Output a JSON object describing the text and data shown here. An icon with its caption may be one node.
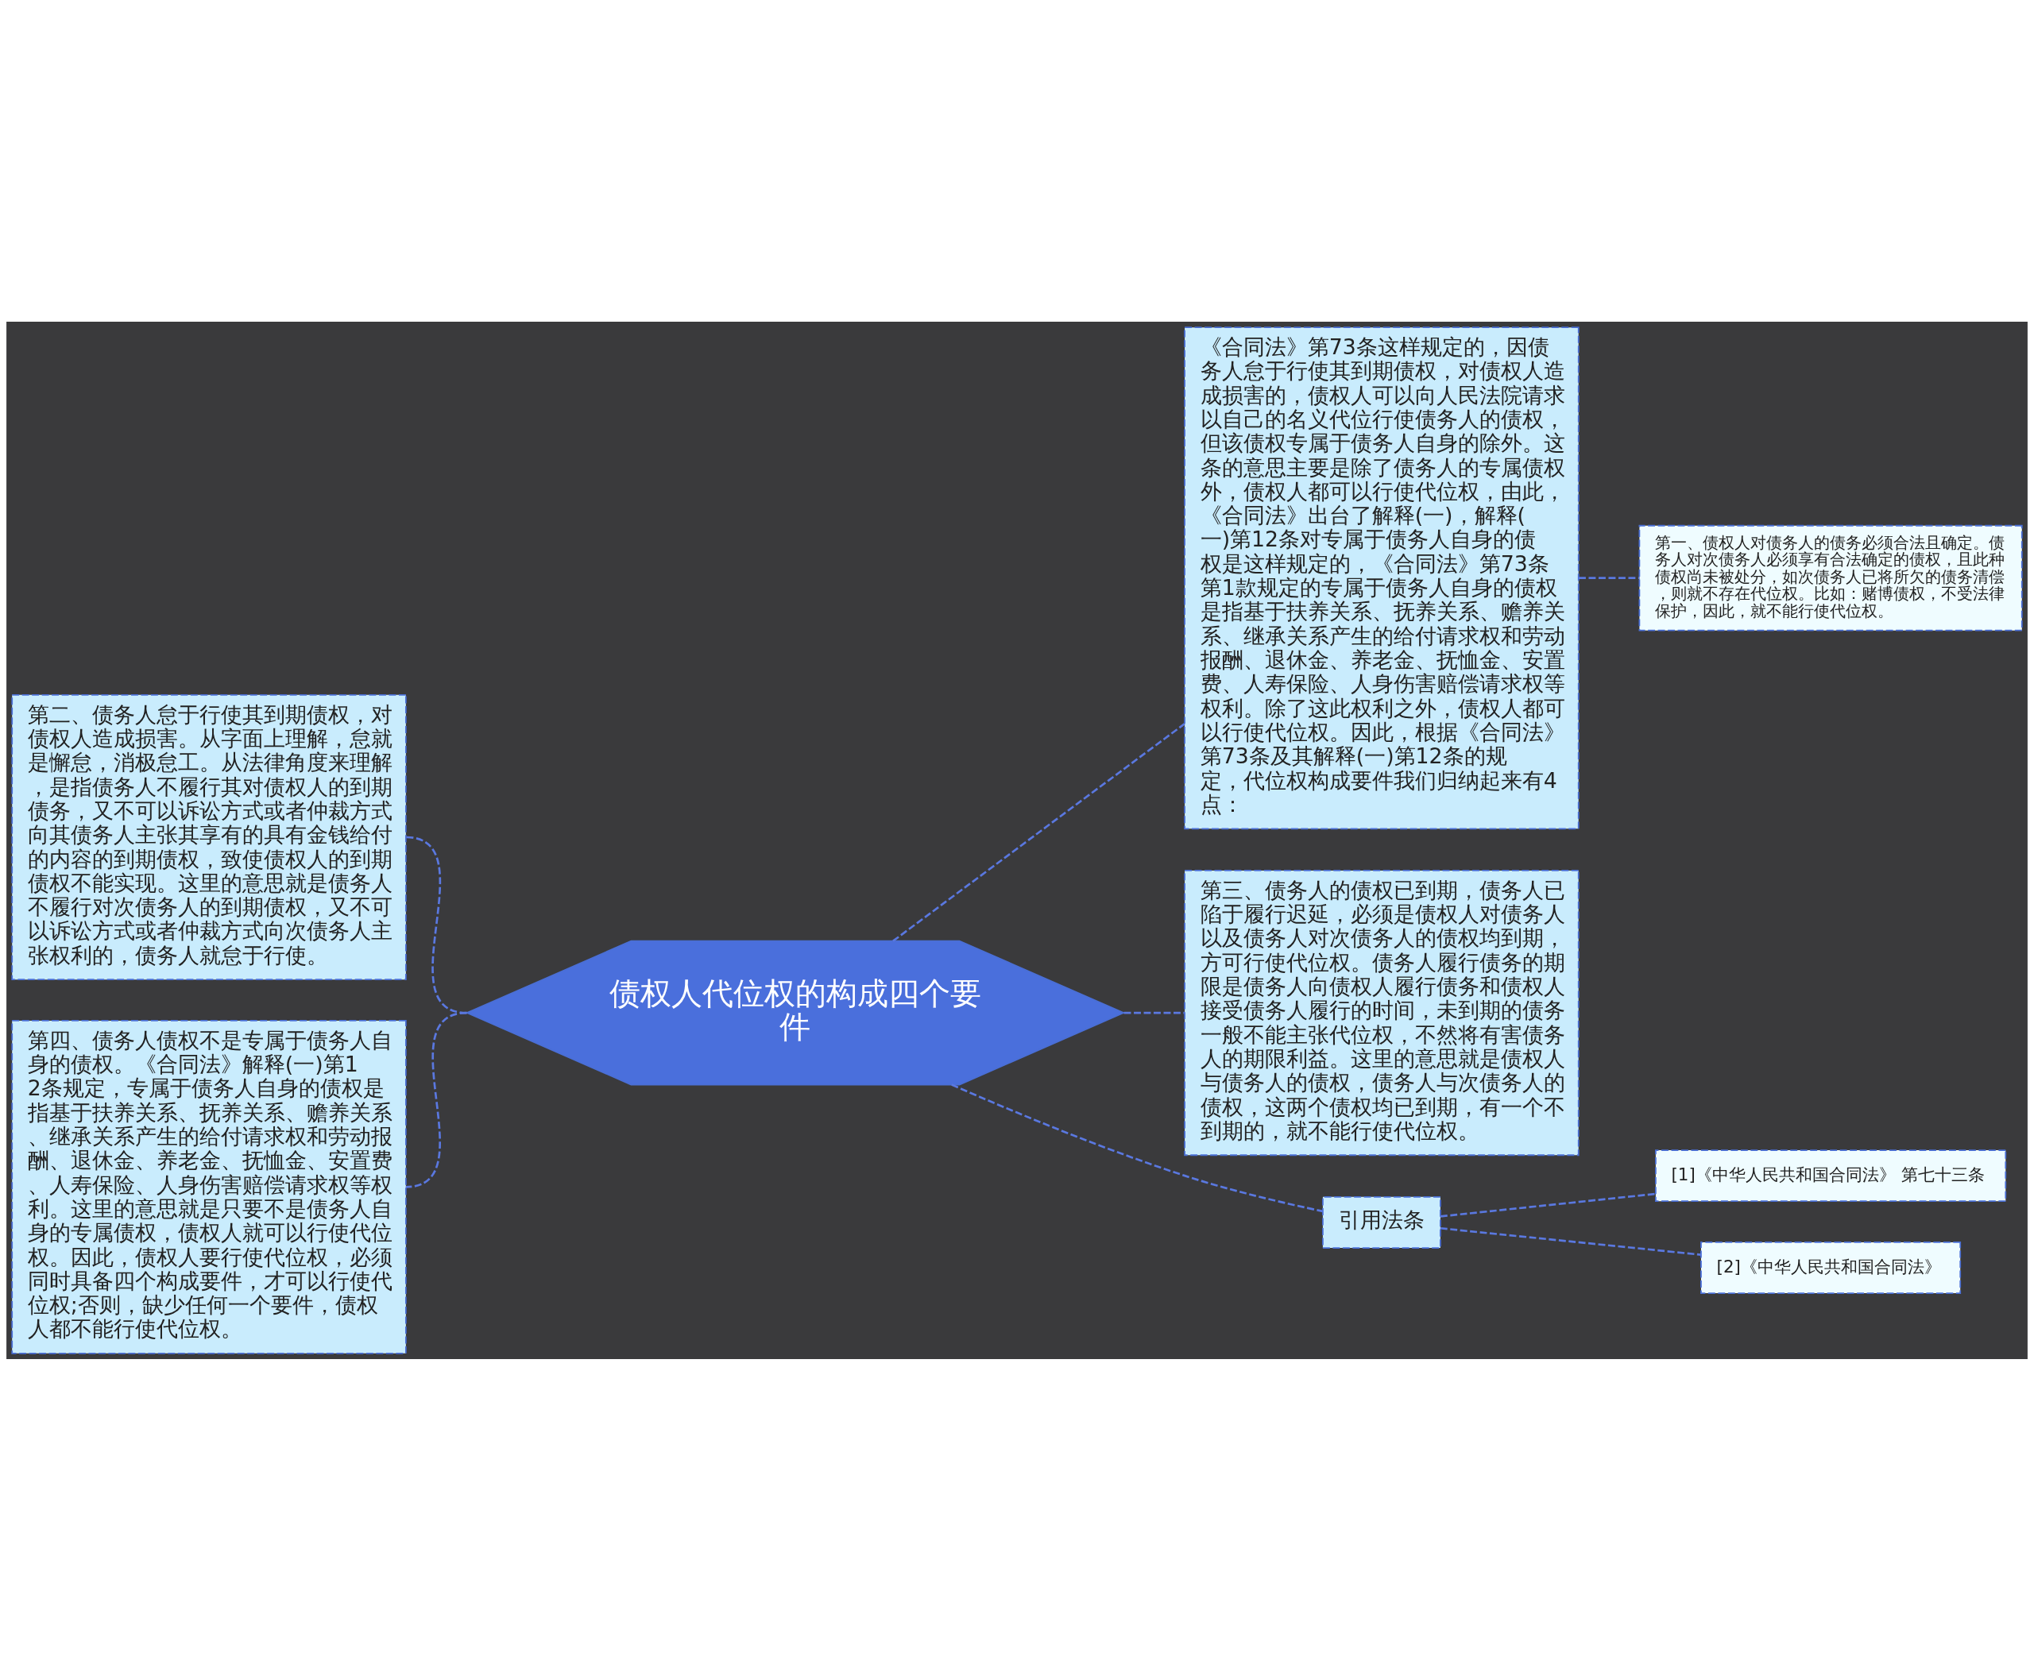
{
  "diagram": {
    "nodes": [
      {
        "text": [
          "债权人代位权的构成四个要件"
        ]
      },
      {
        "text": [
          "第二、债务人怠于行使其到期债权，对债权人造成损害。从字面上理解，怠就是懈怠，消极怠工。从法律角度来理解，是指债务人不履行其对债权人的到期债务，又不可以诉讼方式或者仲裁方式向其债务人主张其享有的具有金钱给付的内容的到期债权，致使债权人的到期债权不能实现。这里的意思就是债务人不履行对次债务人的到期债权，又不可以诉讼方式或者仲裁方式向次债务人主张权利的，债务人就怠于行使。"
        ]
      },
      {
        "text": [
          "第四、债务人债权不是专属于债务人自身的债权。《合同法》解释(一)第12条规定，专属于债务人自身的债权是指基于扶养关系、抚养关系、赡养关系、继承关系产生的给付请求权和劳动报酬、退休金、养老金、抚恤金、安置费、人寿保险、人身伤害赔偿请求权等权利。这里的意思就是只要不是债务人自身的专属债权，债权人就可以行使代位权。因此，债权人要行使代位权，必须同时具备四个构成要件，才可以行使代位权;否则，缺少任何一个要件，债权人都不能行使代位权。"
        ]
      },
      {
        "text": [
          "《合同法》第73条这样规定的，因债务人怠于行使其到期债权，对债权人造成损害的，债权人可以向人民法院请求以自己的名义代位行使债务人的债权，但该债权专属于债务人自身的除外。这条的意思主要是除了债务人的专属债权外，债权人都可以行使代位权，由此，《合同法》出台了解释(一)，解释(一)第12条对专属于债务人自身的债权是这样规定的，《合同法》第73条第1款规定的专属于债务人自身的债权是指基于扶养关系、抚养关系、赡养关系、继承关系产生的给付请求权和劳动报酬、退休金、养老金、抚恤金、安置费、人寿保险、人身伤害赔偿请求权等权利。除了这此权利之外，债权人都可以行使代位权。因此，根据《合同法》第73条及其解释(一)第12条的规定，代位权构成要件我们归纳起来有4点："
        ]
      },
      {
        "text": [
          "第一、债权人对债务人的债务必须合法且确定。债务人对次债务人必须享有合法确定的债权，且此种债权尚未被处分，如次债务人已将所欠的债务清偿，则就不存在代位权。比如：赌博债权，不受法律保护，因此，就不能行使代位权。"
        ]
      },
      {
        "text": [
          "第三、债务人的债权已到期，债务人已陷于履行迟延，必须是债权人对债务人以及债务人对次债务人的债权均到期，方可行使代位权。债务人履行债务的期限是债务人向债权人履行债务和债权人接受债务人履行的时间，未到期的债务一般不能主张代位权，不然将有害债务人的期限利益。这里的意思就是债权人与债务人的债权，债务人与次债务人的债权，这两个债权均已到期，有一个不到期的，就不能行使代位权。"
        ]
      },
      {
        "text": [
          "引用法条"
        ]
      },
      {
        "text": [
          "[1]《中华人民共和国合同法》 第七十三条"
        ]
      },
      {
        "text": [
          "[2]《中华人民共和国合同法》"
        ]
      }
    ],
    "edges": [
      {
        "from": 0,
        "to": 1,
        "arrow": "none",
        "style": "dashed"
      },
      {
        "from": 0,
        "to": 2,
        "arrow": "none",
        "style": "dashed"
      },
      {
        "from": 0,
        "to": 3,
        "arrow": "none",
        "style": "dashed"
      },
      {
        "from": 3,
        "to": 4,
        "arrow": "none",
        "style": "dashed"
      },
      {
        "from": 0,
        "to": 5,
        "arrow": "none",
        "style": "dashed"
      },
      {
        "from": 0,
        "to": 6,
        "arrow": "none",
        "style": "dashed"
      },
      {
        "from": 6,
        "to": 7,
        "arrow": "none",
        "style": "dashed"
      },
      {
        "from": 6,
        "to": 8,
        "arrow": "none",
        "style": "dashed"
      }
    ]
  }
}
